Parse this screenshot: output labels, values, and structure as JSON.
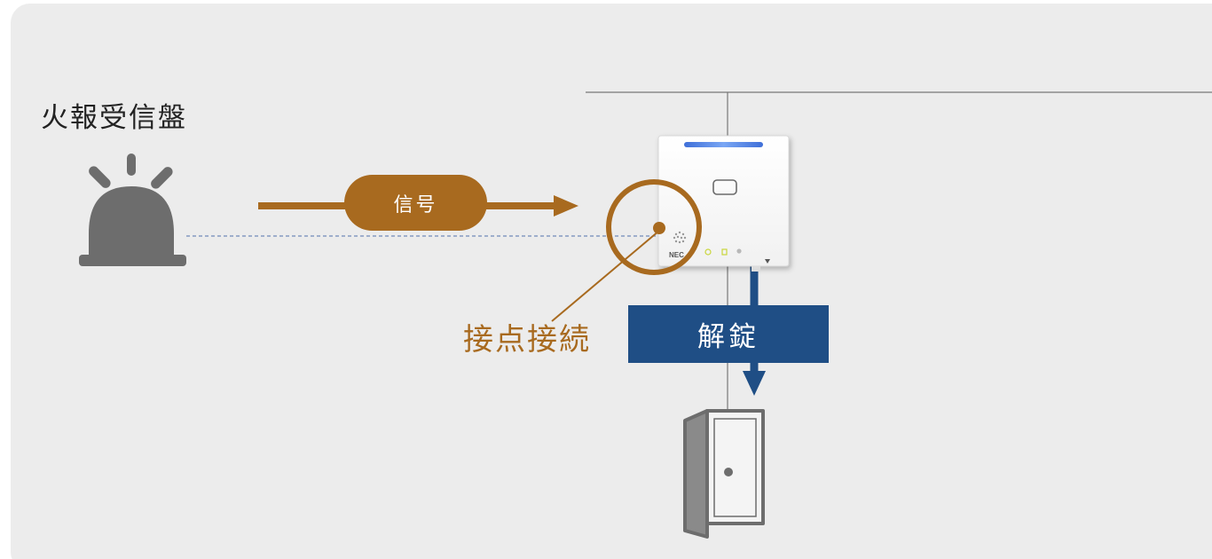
{
  "labels": {
    "source": "火報受信盤",
    "signal": "信号",
    "contact": "接点接続",
    "unlock": "解錠",
    "device_brand": "NEC"
  },
  "colors": {
    "panel_background": "#ececec",
    "signal_accent": "#a86a1f",
    "unlock_accent": "#1f4e85",
    "icon_gray": "#6d6d6d",
    "line_gray": "#777777",
    "dashed_line": "#7088b8",
    "device_light": "#4a7fe0"
  },
  "icons": {
    "alarm": "alarm-lamp-icon",
    "device": "access-controller-device-icon",
    "door": "door-icon"
  }
}
